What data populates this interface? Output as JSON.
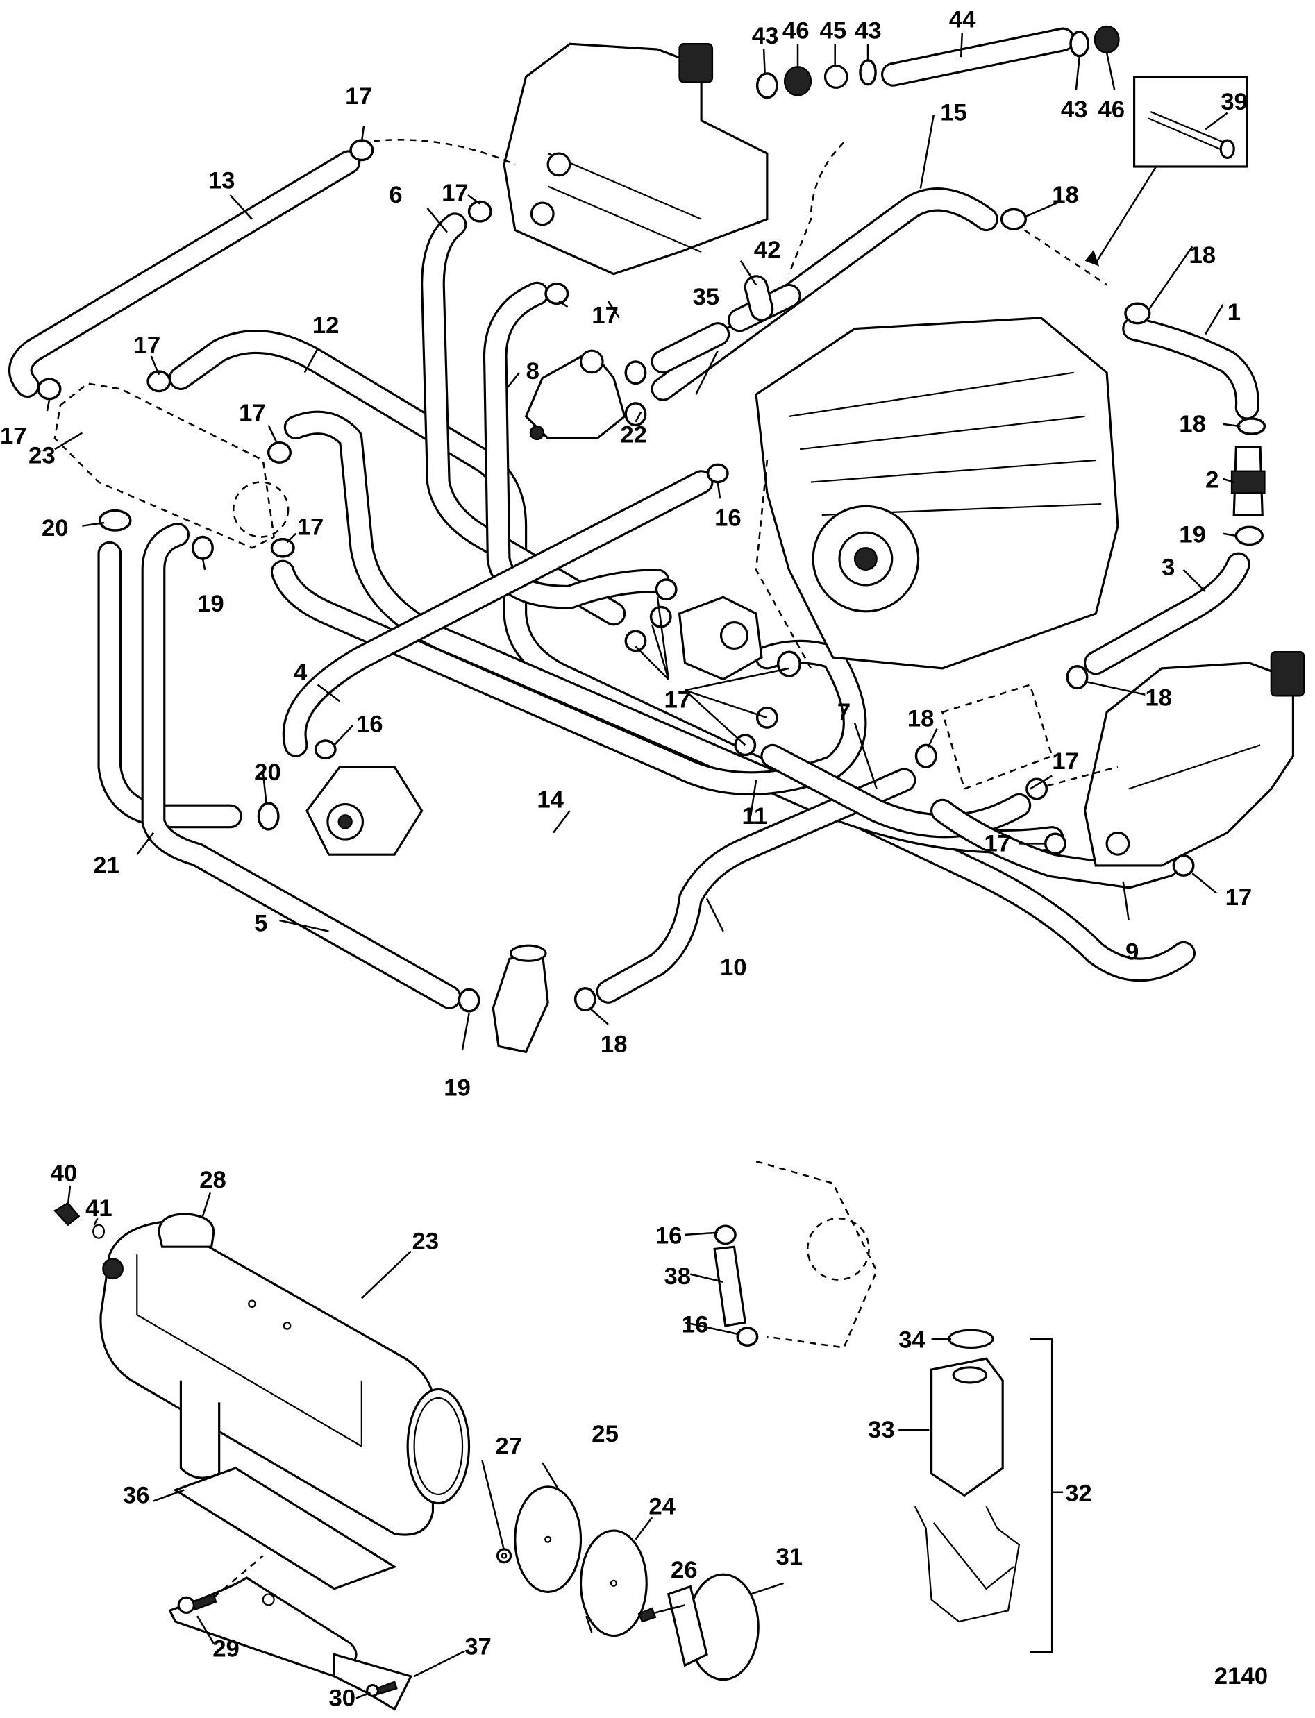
{
  "figure_number": "2140",
  "callouts": [
    {
      "id": "c1",
      "label": "1"
    },
    {
      "id": "c2",
      "label": "2"
    },
    {
      "id": "c3",
      "label": "3"
    },
    {
      "id": "c4",
      "label": "4"
    },
    {
      "id": "c5",
      "label": "5"
    },
    {
      "id": "c6",
      "label": "6"
    },
    {
      "id": "c7",
      "label": "7"
    },
    {
      "id": "c8",
      "label": "8"
    },
    {
      "id": "c9",
      "label": "9"
    },
    {
      "id": "c10",
      "label": "10"
    },
    {
      "id": "c11",
      "label": "11"
    },
    {
      "id": "c12",
      "label": "12"
    },
    {
      "id": "c13",
      "label": "13"
    },
    {
      "id": "c14",
      "label": "14"
    },
    {
      "id": "c15",
      "label": "15"
    },
    {
      "id": "c16a",
      "label": "16"
    },
    {
      "id": "c16b",
      "label": "16"
    },
    {
      "id": "c16c",
      "label": "16"
    },
    {
      "id": "c16d",
      "label": "16"
    },
    {
      "id": "c17a",
      "label": "17"
    },
    {
      "id": "c17b",
      "label": "17"
    },
    {
      "id": "c17c",
      "label": "17"
    },
    {
      "id": "c17d",
      "label": "17"
    },
    {
      "id": "c17e",
      "label": "17"
    },
    {
      "id": "c17f",
      "label": "17"
    },
    {
      "id": "c17g",
      "label": "17"
    },
    {
      "id": "c17h",
      "label": "17"
    },
    {
      "id": "c17i",
      "label": "17"
    },
    {
      "id": "c17j",
      "label": "17"
    },
    {
      "id": "c17k",
      "label": "17"
    },
    {
      "id": "c18a",
      "label": "18"
    },
    {
      "id": "c18b",
      "label": "18"
    },
    {
      "id": "c18c",
      "label": "18"
    },
    {
      "id": "c18d",
      "label": "18"
    },
    {
      "id": "c18e",
      "label": "18"
    },
    {
      "id": "c18f",
      "label": "18"
    },
    {
      "id": "c19a",
      "label": "19"
    },
    {
      "id": "c19b",
      "label": "19"
    },
    {
      "id": "c19c",
      "label": "19"
    },
    {
      "id": "c20a",
      "label": "20"
    },
    {
      "id": "c20b",
      "label": "20"
    },
    {
      "id": "c21",
      "label": "21"
    },
    {
      "id": "c22",
      "label": "22"
    },
    {
      "id": "c23a",
      "label": "23"
    },
    {
      "id": "c23b",
      "label": "23"
    },
    {
      "id": "c24",
      "label": "24"
    },
    {
      "id": "c25",
      "label": "25"
    },
    {
      "id": "c26",
      "label": "26"
    },
    {
      "id": "c27",
      "label": "27"
    },
    {
      "id": "c28",
      "label": "28"
    },
    {
      "id": "c29",
      "label": "29"
    },
    {
      "id": "c30",
      "label": "30"
    },
    {
      "id": "c31",
      "label": "31"
    },
    {
      "id": "c32",
      "label": "32"
    },
    {
      "id": "c33",
      "label": "33"
    },
    {
      "id": "c34",
      "label": "34"
    },
    {
      "id": "c35",
      "label": "35"
    },
    {
      "id": "c36",
      "label": "36"
    },
    {
      "id": "c37",
      "label": "37"
    },
    {
      "id": "c38",
      "label": "38"
    },
    {
      "id": "c39",
      "label": "39"
    },
    {
      "id": "c40",
      "label": "40"
    },
    {
      "id": "c41",
      "label": "41"
    },
    {
      "id": "c42",
      "label": "42"
    },
    {
      "id": "c43a",
      "label": "43"
    },
    {
      "id": "c43b",
      "label": "43"
    },
    {
      "id": "c43c",
      "label": "43"
    },
    {
      "id": "c44",
      "label": "44"
    },
    {
      "id": "c45",
      "label": "45"
    },
    {
      "id": "c46a",
      "label": "46"
    },
    {
      "id": "c46b",
      "label": "46"
    }
  ],
  "components": {
    "engine_block": "engine-block",
    "heat_exchanger": "heat-exchanger",
    "coolant_reservoir": "coolant-reservoir",
    "seawater_pump": "seawater-pump",
    "thermostat_housing": "thermostat-housing",
    "exhaust_manifold_port": "exhaust-manifold-port",
    "exhaust_manifold_starboard": "exhaust-manifold-starboard"
  }
}
